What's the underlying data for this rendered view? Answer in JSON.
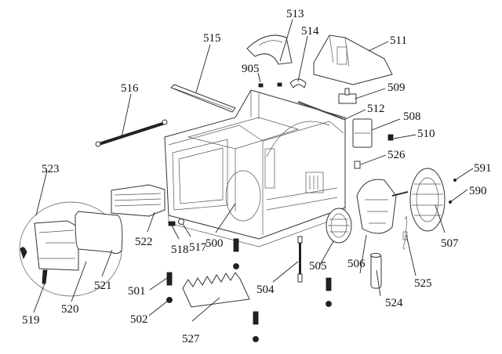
{
  "diagram": {
    "title": "Exploded parts view",
    "parts": [
      {
        "id": "500",
        "label": "500"
      },
      {
        "id": "501",
        "label": "501"
      },
      {
        "id": "502",
        "label": "502"
      },
      {
        "id": "504",
        "label": "504"
      },
      {
        "id": "505",
        "label": "505"
      },
      {
        "id": "506",
        "label": "506"
      },
      {
        "id": "507",
        "label": "507"
      },
      {
        "id": "508",
        "label": "508"
      },
      {
        "id": "509",
        "label": "509"
      },
      {
        "id": "510",
        "label": "510"
      },
      {
        "id": "511",
        "label": "511"
      },
      {
        "id": "512",
        "label": "512"
      },
      {
        "id": "513",
        "label": "513"
      },
      {
        "id": "514",
        "label": "514"
      },
      {
        "id": "515",
        "label": "515"
      },
      {
        "id": "516",
        "label": "516"
      },
      {
        "id": "517",
        "label": "517"
      },
      {
        "id": "518",
        "label": "518"
      },
      {
        "id": "519",
        "label": "519"
      },
      {
        "id": "520",
        "label": "520"
      },
      {
        "id": "521",
        "label": "521"
      },
      {
        "id": "522",
        "label": "522"
      },
      {
        "id": "523",
        "label": "523"
      },
      {
        "id": "524",
        "label": "524"
      },
      {
        "id": "525",
        "label": "525"
      },
      {
        "id": "526",
        "label": "526"
      },
      {
        "id": "527",
        "label": "527"
      },
      {
        "id": "590",
        "label": "590"
      },
      {
        "id": "591",
        "label": "591"
      },
      {
        "id": "905",
        "label": "905"
      }
    ]
  }
}
